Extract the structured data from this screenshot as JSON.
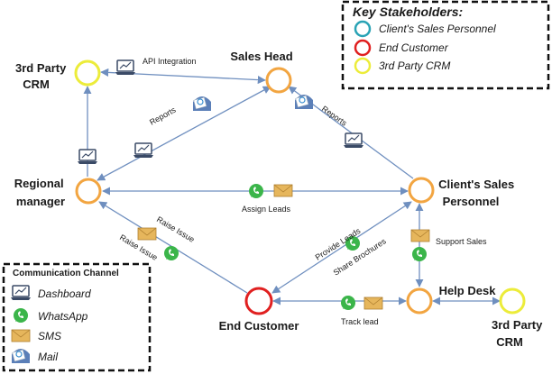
{
  "nodes": {
    "crm_left": [
      "3rd Party",
      "CRM"
    ],
    "sales_head": "Sales Head",
    "regional_manager": [
      "Regional",
      "manager"
    ],
    "client_sales": [
      "Client's Sales",
      "Personnel"
    ],
    "end_customer": "End Customer",
    "help_desk": "Help Desk",
    "crm_right": [
      "3rd Party",
      "CRM"
    ]
  },
  "edges": {
    "api_integration": "API Integration",
    "reports_left": "Reports",
    "reports_right": "Reports",
    "assign_leads": "Assign Leads",
    "raise_issue_1": "Raise Issue",
    "raise_issue_2": "Raise Issue",
    "provide_leads": "Provide Leads",
    "share_brochures": "Share Brochures",
    "support_sales": "Support Sales",
    "track_lead": "Track lead"
  },
  "stakeholders": {
    "title": "Key Stakeholders:",
    "items": [
      {
        "label": "Client's Sales Personnel",
        "color": "#2aa3b5"
      },
      {
        "label": "End Customer",
        "color": "#e02020"
      },
      {
        "label": "3rd Party CRM",
        "color": "#ecec3a"
      }
    ]
  },
  "channels": {
    "title": "Communication Channel",
    "items": [
      {
        "label": "Dashboard",
        "icon": "dashboard-icon"
      },
      {
        "label": "WhatsApp",
        "icon": "whatsapp-icon"
      },
      {
        "label": "SMS",
        "icon": "sms-icon"
      },
      {
        "label": "Mail",
        "icon": "mail-icon"
      }
    ]
  },
  "colors": {
    "orange_node": "#f2a541",
    "red_node": "#e02020",
    "yellow_node": "#ecec3a",
    "edge": "#6f8fbf",
    "whatsapp": "#3bb54a",
    "sms": "#e6b65c"
  }
}
